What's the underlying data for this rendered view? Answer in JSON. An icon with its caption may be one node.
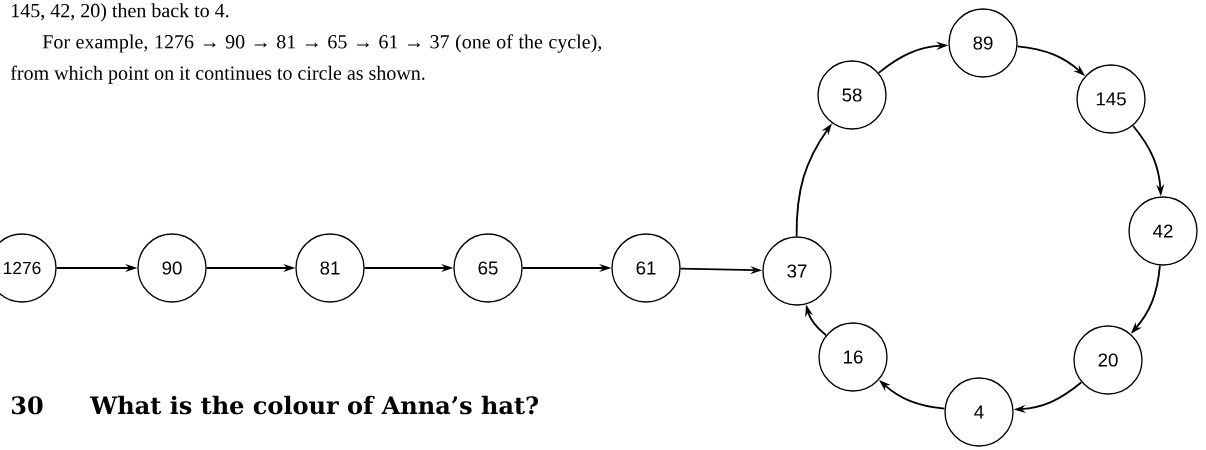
{
  "diagram": {
    "nodes": [
      {
        "text": [
          "1276"
        ]
      },
      {
        "text": [
          "90"
        ]
      },
      {
        "text": [
          "81"
        ]
      },
      {
        "text": [
          "65"
        ]
      },
      {
        "text": [
          "61"
        ]
      },
      {
        "text": [
          "37"
        ]
      },
      {
        "text": [
          "58"
        ]
      },
      {
        "text": [
          "89"
        ]
      },
      {
        "text": [
          "145"
        ]
      },
      {
        "text": [
          "42"
        ]
      },
      {
        "text": [
          "20"
        ]
      },
      {
        "text": [
          "4"
        ]
      },
      {
        "text": [
          "16"
        ]
      }
    ],
    "edges": [
      {
        "from": 0,
        "to": 1,
        "arrow": "to"
      },
      {
        "from": 1,
        "to": 2,
        "arrow": "to"
      },
      {
        "from": 2,
        "to": 3,
        "arrow": "to"
      },
      {
        "from": 3,
        "to": 4,
        "arrow": "to"
      },
      {
        "from": 4,
        "to": 5,
        "arrow": "to"
      },
      {
        "from": 5,
        "to": 6,
        "arrow": "to"
      },
      {
        "from": 6,
        "to": 7,
        "arrow": "to"
      },
      {
        "from": 7,
        "to": 8,
        "arrow": "to"
      },
      {
        "from": 8,
        "to": 9,
        "arrow": "to"
      },
      {
        "from": 9,
        "to": 10,
        "arrow": "to"
      },
      {
        "from": 10,
        "to": 11,
        "arrow": "to"
      },
      {
        "from": 11,
        "to": 12,
        "arrow": "to"
      },
      {
        "from": 12,
        "to": 5,
        "arrow": "to"
      }
    ],
    "labels": [
      "145, 42, 20) then back to 4.",
      "For example, 1276 → 90 → 81 → 65 → 61 → 37 (one of the cycle), from which point on it continues to circle as shown.",
      "30",
      "What is the colour of Anna’s hat?"
    ]
  }
}
